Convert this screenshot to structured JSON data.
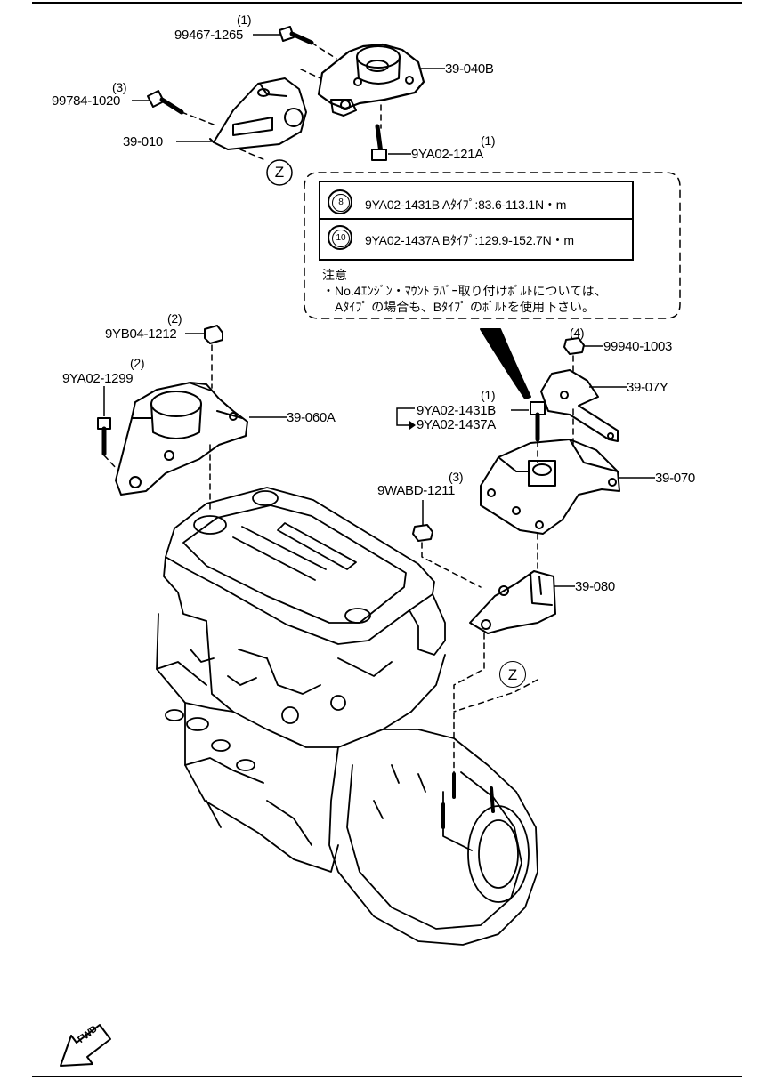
{
  "parts": {
    "bolt_99467": {
      "qty": "(1)",
      "number": "99467-1265"
    },
    "bolt_99784": {
      "qty": "(3)",
      "number": "99784-1020"
    },
    "mount_39_040B": {
      "number": "39-040B"
    },
    "bracket_39_010": {
      "number": "39-010"
    },
    "bolt_9YA02_121A": {
      "qty": "(1)",
      "number": "9YA02-121A"
    },
    "nut_9YB04": {
      "qty": "(2)",
      "number": "9YB04-1212"
    },
    "bolt_9YA02_1299": {
      "qty": "(2)",
      "number": "9YA02-1299"
    },
    "mount_39_060A": {
      "number": "39-060A"
    },
    "nut_99940": {
      "qty": "(4)",
      "number": "99940-1003"
    },
    "bracket_39_07Y": {
      "number": "39-07Y"
    },
    "bolt_9YA02_1431B": {
      "qty": "(1)",
      "number": "9YA02-1431B",
      "alt_number": "9YA02-1437A"
    },
    "mount_39_070": {
      "number": "39-070"
    },
    "nut_9WABD": {
      "qty": "(3)",
      "number": "9WABD-1211"
    },
    "mount_39_080": {
      "number": "39-080"
    }
  },
  "callout": {
    "row_a": {
      "badge": "8",
      "text": "9YA02-1431B Aﾀｲﾌﾟ:83.6-113.1N・m"
    },
    "row_b": {
      "badge": "10",
      "text": "9YA02-1437A Bﾀｲﾌﾟ:129.9-152.7N・m"
    },
    "note_title": "注意",
    "note_line1": "・No.4ｴﾝｼﾞﾝ・ﾏｳﾝﾄ ﾗﾊﾞｰ取り付けﾎﾞﾙﾄについては、",
    "note_line2": "Aﾀｲﾌﾟ の場合も、Bﾀｲﾌﾟ のﾎﾞﾙﾄを使用下さい。"
  },
  "z_marker_top": "Z",
  "z_marker_bottom": "Z",
  "fwd_label": "FWD"
}
